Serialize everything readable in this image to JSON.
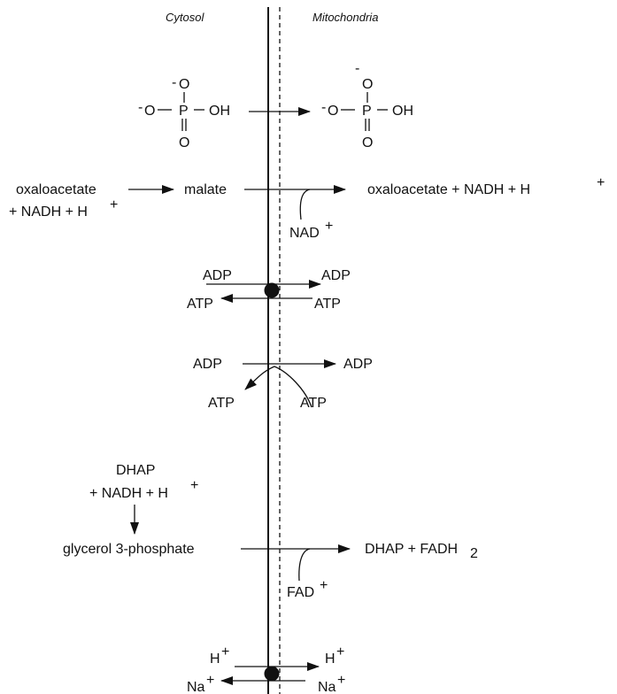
{
  "header": {
    "cytosol": "Cytosol",
    "mitochondria": "Mitochondria"
  },
  "phosphate": {
    "o": "O",
    "p": "P",
    "oh": "OH",
    "minus": "-"
  },
  "malate": {
    "oxaloacetate_left": "oxaloacetate",
    "nadh_left": "+ NADH + H",
    "malate": "malate",
    "products": "oxaloacetate + NADH + H",
    "nad": "NAD",
    "plus": "+"
  },
  "atp_exchange": {
    "adp_left": "ADP",
    "adp_right": "ADP",
    "atp_left": "ATP",
    "atp_right": "ATP"
  },
  "atp_crossed": {
    "adp_left": "ADP",
    "adp_right": "ADP",
    "atp_left": "ATP",
    "atp_right": "ATP"
  },
  "glycerol": {
    "dhap": "DHAP",
    "nadh": "+ NADH + H",
    "g3p": "glycerol 3-phosphate",
    "products": "DHAP + FADH",
    "sub2": "2",
    "fad": "FAD",
    "plus": "+"
  },
  "ion_exchange": {
    "h_left": "H",
    "h_right": "H",
    "na_left": "Na",
    "na_right": "Na",
    "plus": "+"
  }
}
